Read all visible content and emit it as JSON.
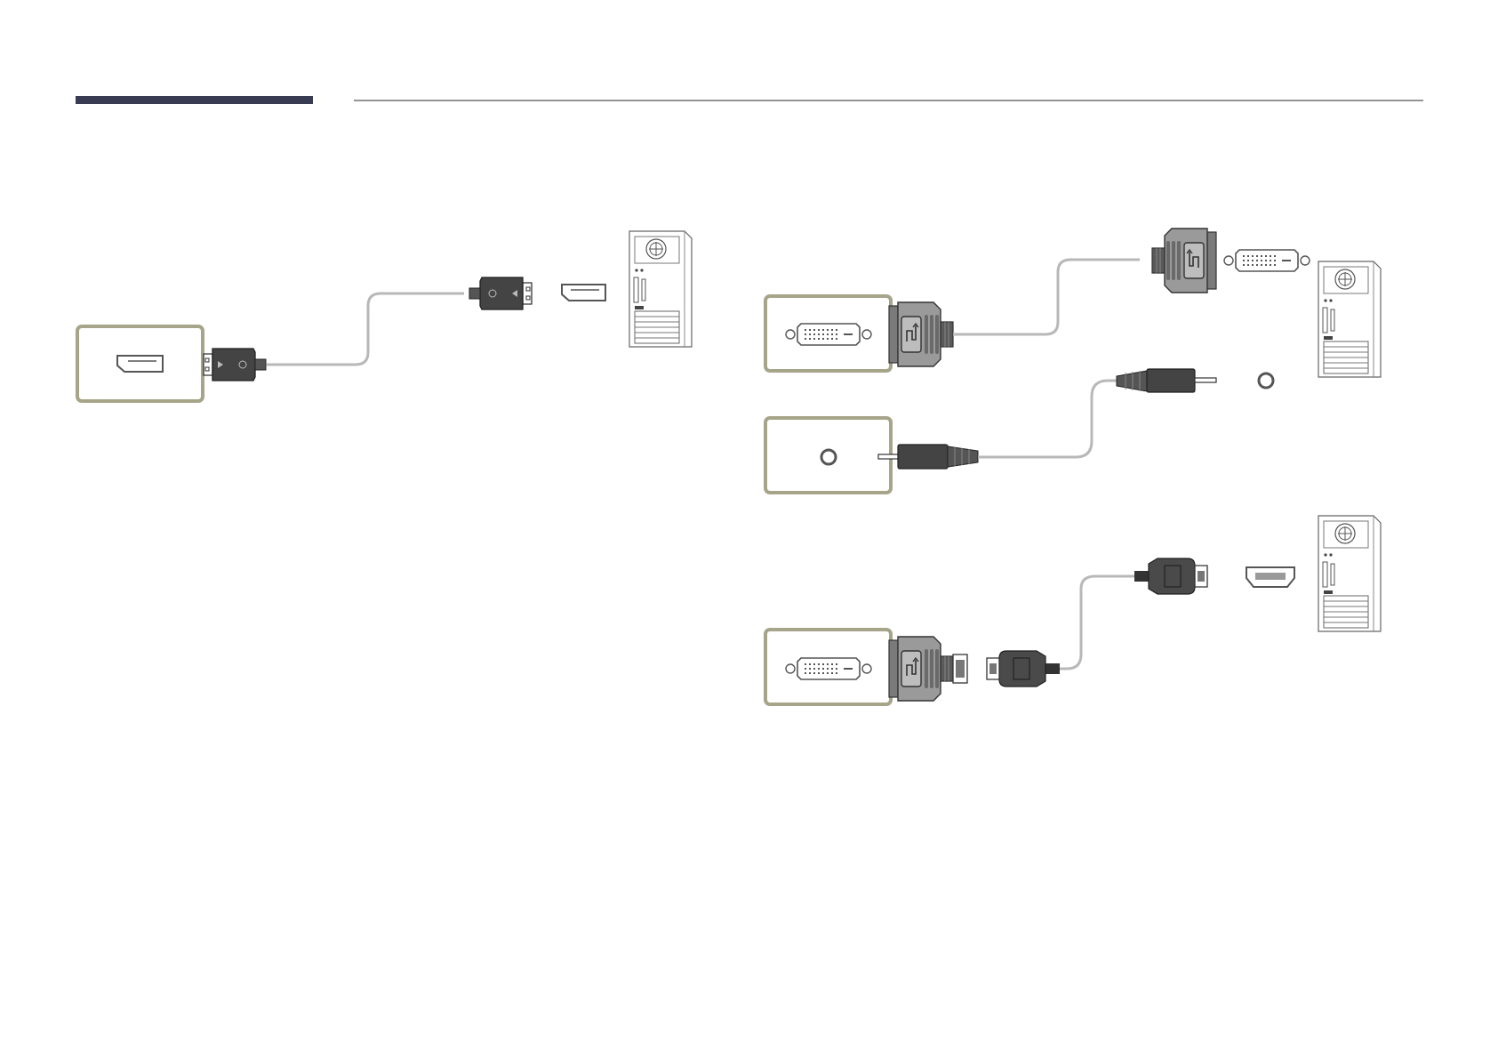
{
  "page": {
    "accent_color": "#383b52",
    "rule_color": "#555555"
  },
  "colors": {
    "panel_border": "#a6a489",
    "cable": "#b8b8b8",
    "plug_dark": "#4a4a4a",
    "plug_mid": "#666666",
    "plug_light": "#9a9a9a",
    "port_outline": "#555555"
  },
  "diagrams": [
    {
      "name": "displayport-connection",
      "icons": [
        "displayport-port-icon",
        "displayport-plug-icon",
        "pc-tower-icon"
      ]
    },
    {
      "name": "dvi-connection",
      "icons": [
        "dvi-port-icon",
        "dvi-plug-icon",
        "pc-tower-icon"
      ]
    },
    {
      "name": "audio-connection",
      "icons": [
        "audio-jack-icon",
        "audio-plug-icon"
      ]
    },
    {
      "name": "hdmi-dvi-connection",
      "icons": [
        "dvi-port-icon",
        "hdmi-plug-icon",
        "hdmi-port-icon",
        "pc-tower-icon"
      ]
    }
  ]
}
